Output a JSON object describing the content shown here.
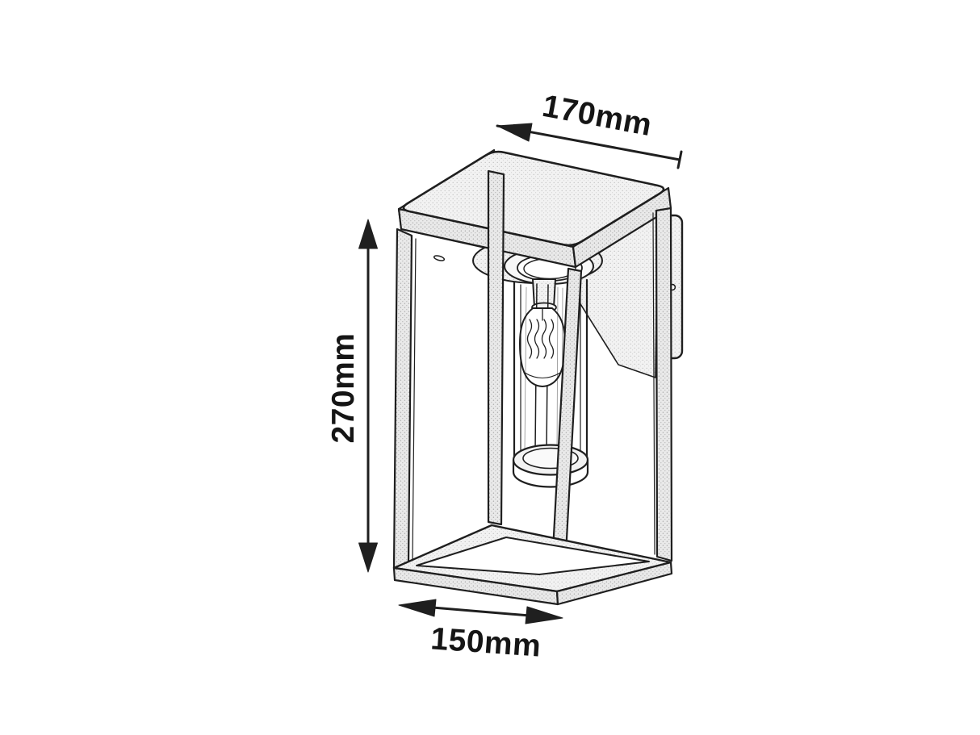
{
  "diagram": {
    "background": "#ffffff",
    "stroke_color": "#1f1f1f",
    "text_color": "#151515",
    "dimensions": {
      "top": {
        "label": "170mm",
        "value": 170,
        "unit": "mm"
      },
      "left": {
        "label": "270mm",
        "value": 270,
        "unit": "mm"
      },
      "bottom": {
        "label": "150mm",
        "value": 150,
        "unit": "mm"
      }
    }
  }
}
